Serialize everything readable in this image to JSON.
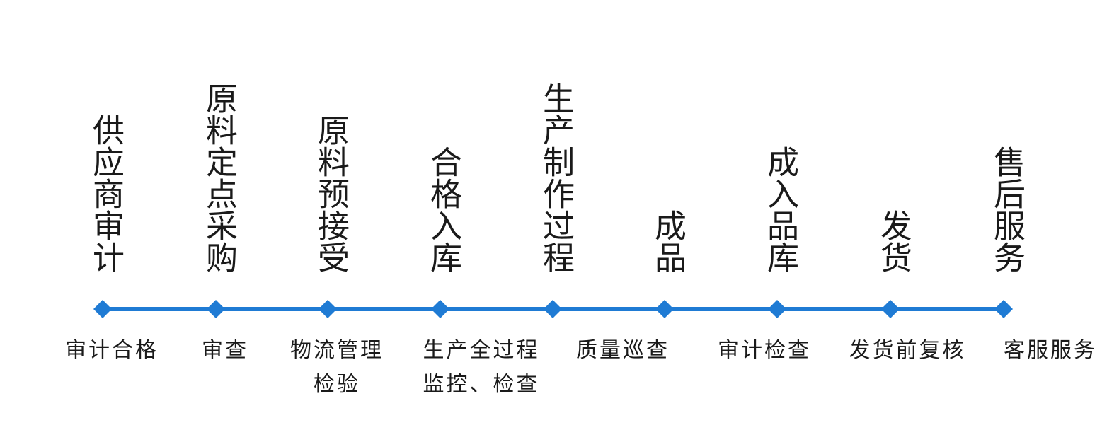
{
  "colors": {
    "line": "#1f7bd4",
    "node": "#1f7bd4",
    "text": "#1a1a1a"
  },
  "steps": [
    {
      "title": "供应商审计",
      "caption": [
        "审计合格"
      ]
    },
    {
      "title": "原料定点采购",
      "caption": [
        "审查"
      ]
    },
    {
      "title": "原料预接受",
      "caption": [
        "物流管理",
        "检验"
      ]
    },
    {
      "title": "合格入库",
      "caption": [
        "生产全过程",
        "监控、检查"
      ]
    },
    {
      "title": "生产制作过程",
      "caption": [
        "质量巡查"
      ]
    },
    {
      "title": "成品",
      "caption": [
        "审计检查"
      ]
    },
    {
      "title": "成入品库",
      "caption": [
        "发货前复核"
      ]
    },
    {
      "title": "发货",
      "caption": [
        "客服服务"
      ]
    },
    {
      "title": "售后服务",
      "caption": []
    }
  ]
}
